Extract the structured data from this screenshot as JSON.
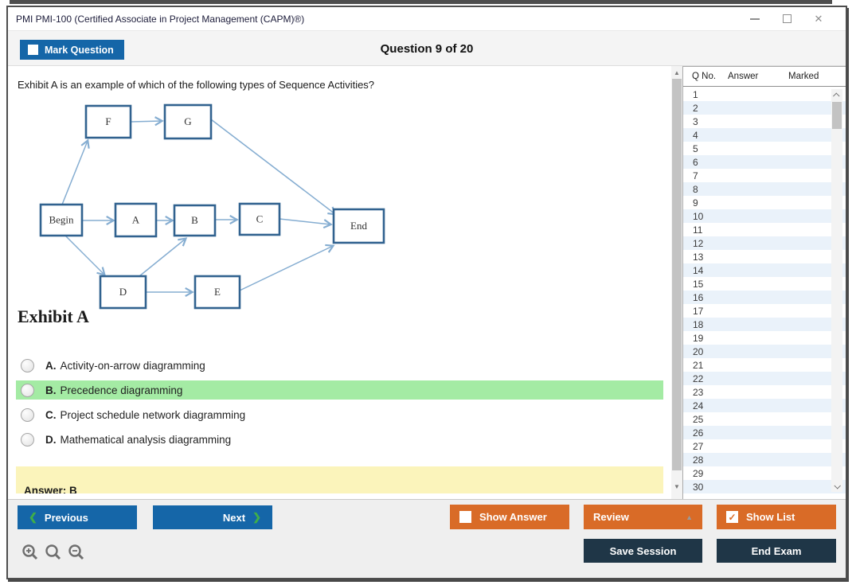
{
  "window": {
    "title": "PMI PMI-100 (Certified Associate in Project Management (CAPM)®)",
    "controls": [
      "minimize-icon",
      "maximize-icon",
      "close-icon"
    ]
  },
  "header": {
    "mark_question_label": "Mark Question",
    "question_counter": "Question 9 of 20"
  },
  "question": {
    "text": "Exhibit A is an example of which of the following types of Sequence Activities?",
    "exhibit_label": "Exhibit A",
    "options": [
      {
        "letter": "A.",
        "text": "Activity-on-arrow diagramming",
        "selected": false
      },
      {
        "letter": "B.",
        "text": "Precedence diagramming",
        "selected": true
      },
      {
        "letter": "C.",
        "text": "Project schedule network diagramming",
        "selected": false
      },
      {
        "letter": "D.",
        "text": "Mathematical analysis diagramming",
        "selected": false
      }
    ],
    "answer_text": "Answer: B"
  },
  "diagram": {
    "type": "activity-network",
    "nodes": [
      "F",
      "G",
      "Begin",
      "A",
      "B",
      "C",
      "End",
      "D",
      "E"
    ],
    "edges": [
      [
        "Begin",
        "F"
      ],
      [
        "F",
        "G"
      ],
      [
        "G",
        "End"
      ],
      [
        "Begin",
        "A"
      ],
      [
        "A",
        "B"
      ],
      [
        "B",
        "C"
      ],
      [
        "C",
        "End"
      ],
      [
        "Begin",
        "D"
      ],
      [
        "D",
        "B"
      ],
      [
        "D",
        "E"
      ],
      [
        "E",
        "End"
      ]
    ]
  },
  "sidebar": {
    "columns": [
      "Q No.",
      "Answer",
      "Marked"
    ],
    "q_numbers": [
      "1",
      "2",
      "3",
      "4",
      "5",
      "6",
      "7",
      "8",
      "9",
      "10",
      "11",
      "12",
      "13",
      "14",
      "15",
      "16",
      "17",
      "18",
      "19",
      "20",
      "21",
      "22",
      "23",
      "24",
      "25",
      "26",
      "27",
      "28",
      "29",
      "30"
    ]
  },
  "footer": {
    "previous_label": "Previous",
    "next_label": "Next",
    "show_answer_label": "Show Answer",
    "review_label": "Review",
    "show_list_label": "Show List",
    "save_session_label": "Save Session",
    "end_exam_label": "End Exam",
    "zoom_icons": [
      "zoom-in-icon",
      "zoom-icon",
      "zoom-out-icon"
    ]
  },
  "colors": {
    "accent_blue": "#1566a8",
    "accent_orange": "#d96b27",
    "dark_navy": "#1f3647",
    "selected_green": "#a4eba4",
    "answer_yellow": "#fbf4bb",
    "chevron_green": "#3fae49",
    "node_border_blue": "#31628f",
    "arrow_blue": "#85add1"
  }
}
